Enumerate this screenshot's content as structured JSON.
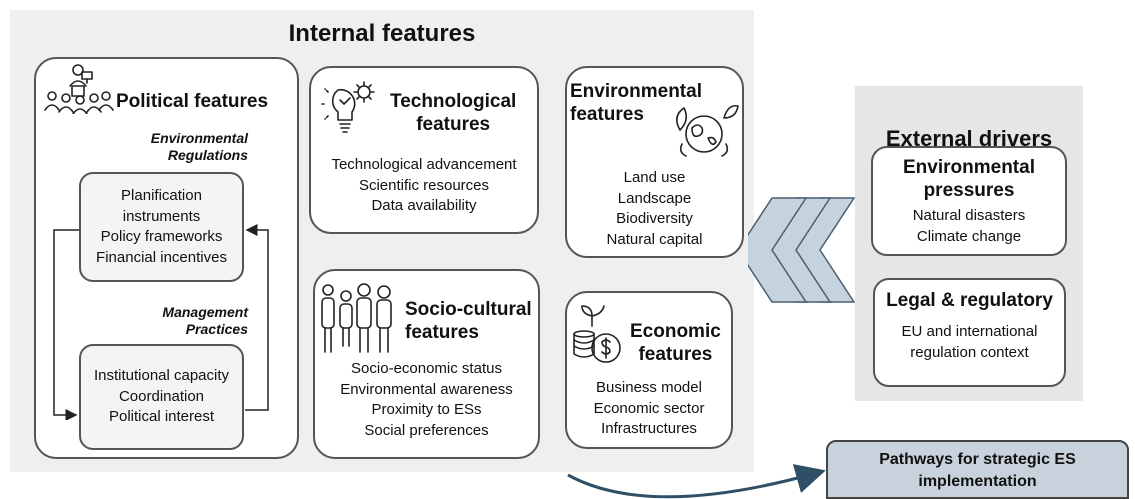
{
  "internal": {
    "title": "Internal features",
    "political": {
      "title": "Political features",
      "env_regulations_heading": [
        "Environmental",
        "Regulations"
      ],
      "env_regulations_items": [
        "Planification",
        "instruments",
        "Policy frameworks",
        "Financial incentives"
      ],
      "management_heading": [
        "Management",
        "Practices"
      ],
      "management_items": [
        "Institutional capacity",
        "Coordination",
        "Political interest"
      ]
    },
    "technological": {
      "title": [
        "Technological",
        "features"
      ],
      "items": [
        "Technological advancement",
        "Scientific resources",
        "Data availability"
      ]
    },
    "environmental": {
      "title": [
        "Environmental",
        "features"
      ],
      "items": [
        "Land use",
        "Landscape",
        "Biodiversity",
        "Natural capital"
      ]
    },
    "sociocultural": {
      "title": [
        "Socio-cultural",
        "features"
      ],
      "items": [
        "Socio-economic status",
        "Environmental awareness",
        "Proximity to ESs",
        "Social preferences"
      ]
    },
    "economic": {
      "title": [
        "Economic",
        "features"
      ],
      "items": [
        "Business model",
        "Economic sector",
        "Infrastructures"
      ]
    }
  },
  "external": {
    "title": "External drivers",
    "env_pressures": {
      "title": [
        "Environmental",
        "pressures"
      ],
      "items": [
        "Natural disasters",
        "Climate change"
      ]
    },
    "legal": {
      "title": "Legal & regulatory",
      "items": [
        "EU and international",
        "regulation context"
      ]
    }
  },
  "output": {
    "label": [
      "Pathways for strategic ES",
      "implementation"
    ]
  },
  "colors": {
    "chevron_fill": "#c5d3df",
    "chevron_stroke": "#4a5f70",
    "arrow": "#2f4f66",
    "output_fill": "#c8d2dc"
  },
  "icons": [
    "speaker-audience-icon",
    "lightbulb-gear-icon",
    "globe-leaves-icon",
    "people-group-icon",
    "coins-plant-icon"
  ]
}
